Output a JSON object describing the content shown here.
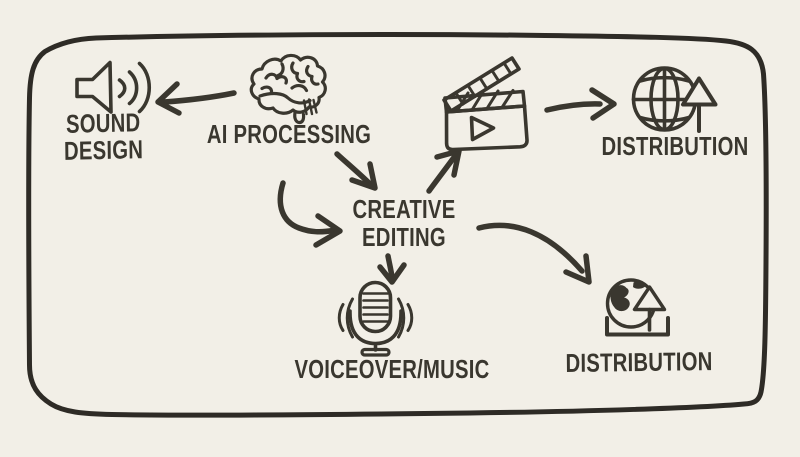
{
  "colors": {
    "background": "#f2efe7",
    "ink": "#3a372f",
    "border": "#2e2b26"
  },
  "diagram": {
    "title_hint": "hand-drawn AI video production workflow",
    "nodes": {
      "sound_design": {
        "line1": "SOUND",
        "line2": "DESIGN",
        "icon": "speaker-sound-waves-icon"
      },
      "ai_processing": {
        "label": "AI PROCESSING",
        "icon": "brain-icon"
      },
      "creative_editing": {
        "line1": "CREATIVE",
        "line2": "EDITING"
      },
      "video_clip": {
        "icon": "clapperboard-play-icon"
      },
      "distribution_top": {
        "label": "DISTRIBUTION",
        "icon": "globe-upload-arrow-icon"
      },
      "voiceover_music": {
        "label": "VOICEOVER/MUSIC",
        "icon": "microphone-icon"
      },
      "distribution_bottom": {
        "label": "DISTRIBUTION",
        "icon": "earth-upload-tray-icon"
      }
    },
    "edges": [
      {
        "from": "ai_processing",
        "to": "sound_design",
        "style": "straight-left"
      },
      {
        "from": "ai_processing",
        "to": "creative_editing",
        "style": "short-diagonal"
      },
      {
        "from": "ai_processing",
        "to": "creative_editing",
        "style": "curved-elbow"
      },
      {
        "from": "creative_editing",
        "to": "video_clip",
        "style": "diagonal-up"
      },
      {
        "from": "video_clip",
        "to": "distribution_top",
        "style": "straight-right"
      },
      {
        "from": "creative_editing",
        "to": "voiceover_music",
        "style": "short-down"
      },
      {
        "from": "creative_editing",
        "to": "distribution_bottom",
        "style": "curved-down-right"
      }
    ]
  }
}
